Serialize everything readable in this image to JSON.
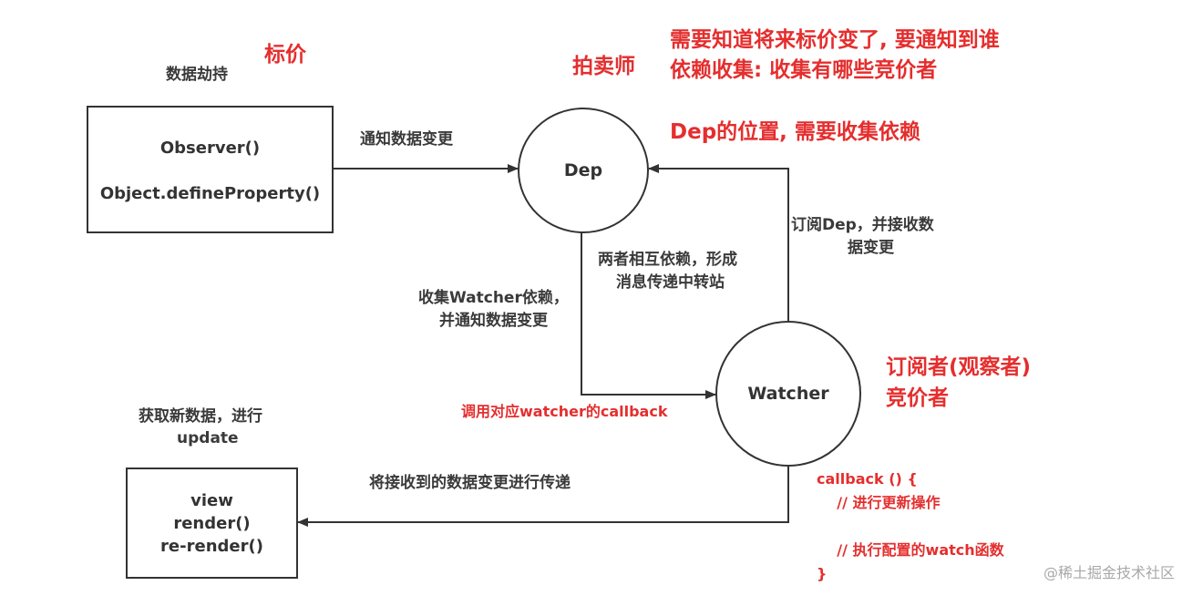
{
  "annotations": {
    "price_label": "标价",
    "data_hijack": "数据劫持",
    "auctioneer": "拍卖师",
    "need_know_line1": "需要知道将来标价变了, 要通知到谁",
    "need_know_line2": "依赖收集: 收集有哪些竞价者",
    "dep_position": "Dep的位置, 需要收集依赖",
    "notify_change": "通知数据变更",
    "subscribe_dep_line1": "订阅Dep，并接收数",
    "subscribe_dep_line2": "据变更",
    "mutual_line1": "两者相互依赖，形成",
    "mutual_line2": "消息传递中转站",
    "collect_line1": "收集Watcher依赖，",
    "collect_line2": "并通知数据变更",
    "subscriber_line1": "订阅者(观察者)",
    "subscriber_line2": "竞价者",
    "call_callback": "调用对应watcher的callback",
    "get_data_line1": "获取新数据，进行",
    "get_data_line2": "update",
    "transfer": "将接收到的数据变更进行传递"
  },
  "observer_box": {
    "line1": "Observer()",
    "line2": "Object.defineProperty()"
  },
  "view_box": {
    "line1": "view",
    "line2": "render()",
    "line3": "re-render()"
  },
  "dep_node": {
    "label": "Dep"
  },
  "watcher_node": {
    "label": "Watcher"
  },
  "code": {
    "line1": "callback () {",
    "line2": "    // 进行更新操作",
    "line3": "",
    "line4": "    // 执行配置的watch函数",
    "line5": "}"
  },
  "watermark": "@稀土掘金技术社区",
  "colors": {
    "accent_red": "#e52e2e",
    "line": "#333333"
  }
}
